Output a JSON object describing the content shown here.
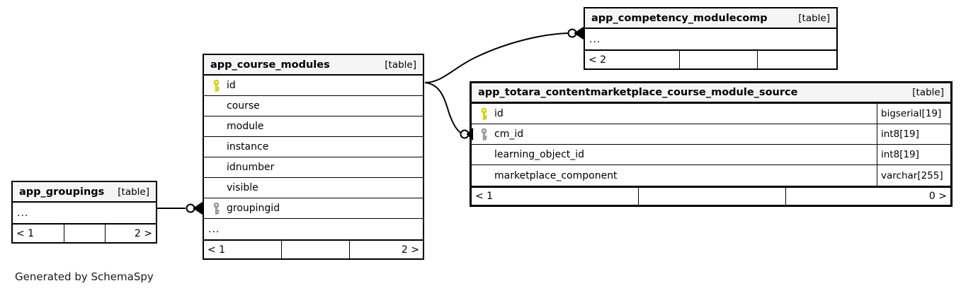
{
  "diagram": {
    "generator_caption": "Generated by SchemaSpy",
    "table_tag": "[table]",
    "ellipsis": "..."
  },
  "colors": {
    "primary_key": "#e8e800",
    "foreign_key": "#aaaaaa",
    "header_bg": "#f5f5f5",
    "border": "#000000",
    "background": "#ffffff"
  },
  "tables": [
    {
      "id": "app_groupings",
      "name": "app_groupings",
      "tag": "[table]",
      "rows": [
        {
          "key": "none",
          "name": "...",
          "type": "",
          "is_ellipsis": true
        }
      ],
      "footer": {
        "left": "< 1",
        "mid": "",
        "right": "2 >"
      }
    },
    {
      "id": "app_course_modules",
      "name": "app_course_modules",
      "tag": "[table]",
      "rows": [
        {
          "key": "primary",
          "name": "id",
          "type": "",
          "is_ellipsis": false
        },
        {
          "key": "none",
          "name": "course",
          "type": "",
          "is_ellipsis": false
        },
        {
          "key": "none",
          "name": "module",
          "type": "",
          "is_ellipsis": false
        },
        {
          "key": "none",
          "name": "instance",
          "type": "",
          "is_ellipsis": false
        },
        {
          "key": "none",
          "name": "idnumber",
          "type": "",
          "is_ellipsis": false
        },
        {
          "key": "none",
          "name": "visible",
          "type": "",
          "is_ellipsis": false
        },
        {
          "key": "foreign",
          "name": "groupingid",
          "type": "",
          "is_ellipsis": false
        },
        {
          "key": "none",
          "name": "...",
          "type": "",
          "is_ellipsis": true
        }
      ],
      "footer": {
        "left": "< 1",
        "mid": "",
        "right": "2 >"
      }
    },
    {
      "id": "app_competency_modulecomp",
      "name": "app_competency_modulecomp",
      "tag": "[table]",
      "rows": [
        {
          "key": "none",
          "name": "...",
          "type": "",
          "is_ellipsis": true
        }
      ],
      "footer": {
        "left": "< 2",
        "mid": "",
        "right": ""
      }
    },
    {
      "id": "app_totara_contentmarketplace_course_module_source",
      "name": "app_totara_contentmarketplace_course_module_source",
      "tag": "[table]",
      "rows": [
        {
          "key": "primary",
          "name": "id",
          "type": "bigserial[19]",
          "is_ellipsis": false
        },
        {
          "key": "foreign",
          "name": "cm_id",
          "type": "int8[19]",
          "is_ellipsis": false
        },
        {
          "key": "none",
          "name": "learning_object_id",
          "type": "int8[19]",
          "is_ellipsis": false
        },
        {
          "key": "none",
          "name": "marketplace_component",
          "type": "varchar[255]",
          "is_ellipsis": false
        }
      ],
      "footer": {
        "left": "< 1",
        "mid": "",
        "right": "0 >"
      }
    }
  ],
  "relationships": [
    {
      "id": "rel-groupings-coursemodules",
      "from": "app_groupings",
      "to": "app_course_modules",
      "to_column": "groupingid"
    },
    {
      "id": "rel-coursemodules-competency",
      "from": "app_course_modules",
      "from_column": "id",
      "to": "app_competency_modulecomp"
    },
    {
      "id": "rel-coursemodules-cms",
      "from": "app_course_modules",
      "from_column": "id",
      "to": "app_totara_contentmarketplace_course_module_source",
      "to_column": "cm_id"
    }
  ]
}
